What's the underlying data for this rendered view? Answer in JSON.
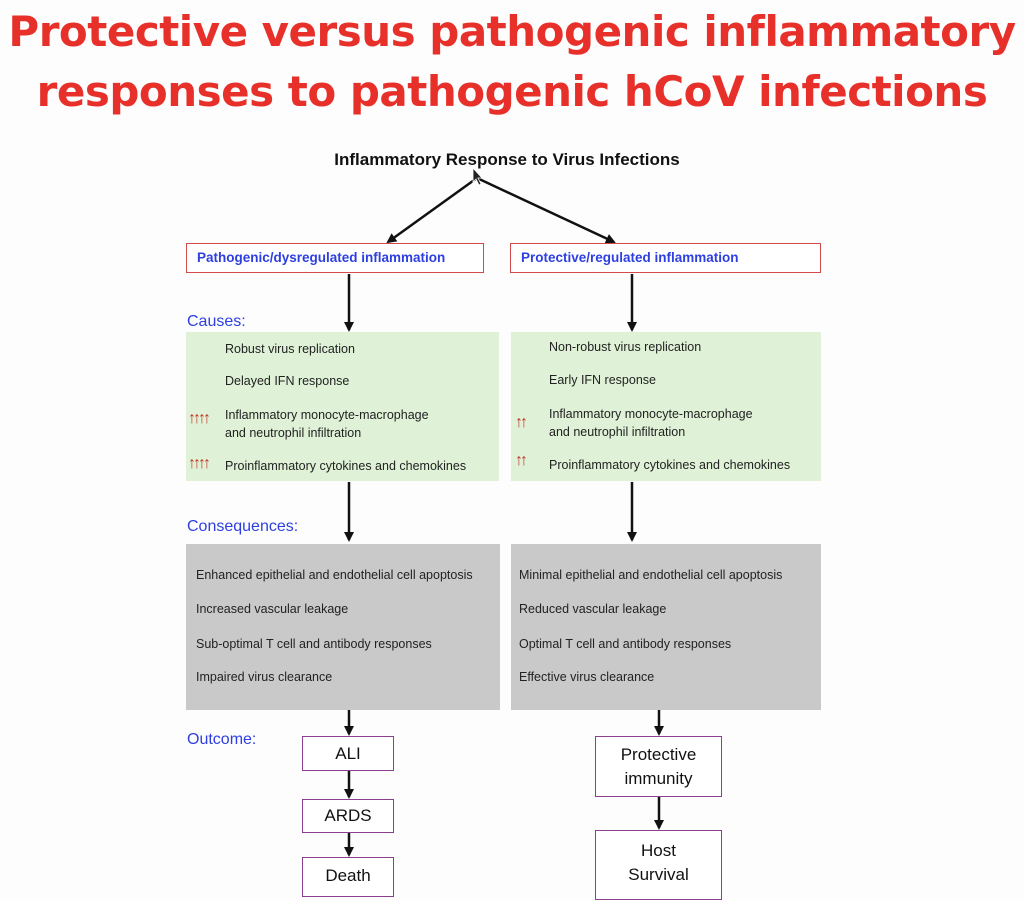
{
  "title": {
    "line1": "Protective versus pathogenic inflammatory",
    "line2": "responses to pathogenic hCoV infections"
  },
  "diagram": {
    "heading": "Inflammatory Response to Virus Infections",
    "left_branch": "Pathogenic/dysregulated inflammation",
    "right_branch": "Protective/regulated inflammation",
    "labels": {
      "causes": "Causes:",
      "consequences": "Consequences:",
      "outcome": "Outcome:"
    },
    "left_causes": [
      "Robust virus replication",
      "Delayed IFN response",
      "Inflammatory monocyte-macrophage",
      "and neutrophil infiltration",
      "Proinflammatory cytokines and chemokines"
    ],
    "right_causes": [
      "Non-robust virus replication",
      "Early IFN response",
      "Inflammatory monocyte-macrophage",
      "and neutrophil infiltration",
      "Proinflammatory cytokines and chemokines"
    ],
    "left_arrow_marks": "↑↑↑↑",
    "right_arrow_marks": "↑↑",
    "left_consequences": [
      "Enhanced epithelial and endothelial cell apoptosis",
      "Increased vascular leakage",
      "Sub-optimal T cell and antibody responses",
      "Impaired virus clearance"
    ],
    "right_consequences": [
      "Minimal epithelial and endothelial cell apoptosis",
      "Reduced vascular leakage",
      "Optimal T cell and antibody responses",
      "Effective virus clearance"
    ],
    "left_outcomes": [
      "ALI",
      "ARDS",
      "Death"
    ],
    "right_outcomes": [
      "Protective immunity",
      "Host Survival"
    ],
    "colors": {
      "title": "#e8302a",
      "label": "#2d3fe0",
      "cause_bg": "#dff2d7",
      "consequence_bg": "#c9c9c9",
      "outcome_border": "#8a3f8f",
      "arrow_marks": "#c0392b"
    }
  }
}
